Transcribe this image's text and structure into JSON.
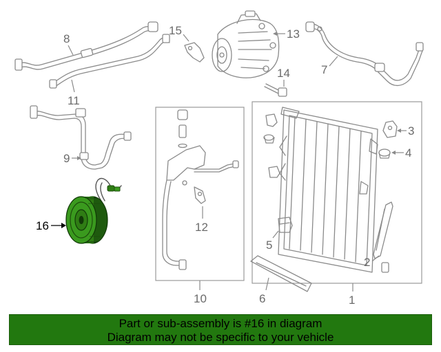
{
  "callouts": {
    "c1": "1",
    "c2": "2",
    "c3": "3",
    "c4": "4",
    "c5": "5",
    "c6": "6",
    "c7": "7",
    "c8": "8",
    "c9": "9",
    "c10": "10",
    "c11": "11",
    "c12": "12",
    "c13": "13",
    "c14": "14",
    "c15": "15",
    "c16": "16"
  },
  "highlighted_part": "16",
  "banner": {
    "line1": "Part or sub-assembly is #16 in diagram",
    "line2": "Diagram may not be specific to your vehicle"
  },
  "colors": {
    "banner_background": "#22780f",
    "highlight_part": "#3a9a1e",
    "line_art": "#8a8a8a"
  }
}
